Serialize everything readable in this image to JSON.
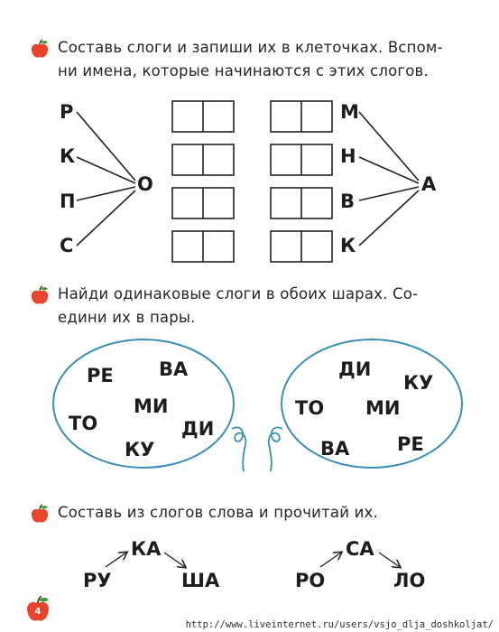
{
  "exercise1": {
    "instruction_line1": "Составь слоги и запиши их в клеточках. Вспом-",
    "instruction_line2": "ни имена, которые начинаются с этих слогов.",
    "left_consonants": [
      "Р",
      "К",
      "П",
      "С"
    ],
    "left_vowel": "О",
    "right_consonants": [
      "М",
      "Н",
      "В",
      "К"
    ],
    "right_vowel": "А",
    "box_rows": 4,
    "cells_per_box": 2
  },
  "exercise2": {
    "instruction_line1": "Найди одинаковые слоги в обоих шарах. Со-",
    "instruction_line2": "едини их в пары.",
    "left_balloon": [
      "РЕ",
      "ВА",
      "МИ",
      "ТО",
      "ДИ",
      "КУ"
    ],
    "right_balloon": [
      "ДИ",
      "КУ",
      "ТО",
      "МИ",
      "ВА",
      "РЕ"
    ],
    "balloon_color": "#3a8fb5"
  },
  "exercise3": {
    "instruction": "Составь из слогов слова и прочитай их.",
    "word1": {
      "first": "РУ",
      "middle": "КА",
      "last": "ША"
    },
    "word2": {
      "first": "РО",
      "middle": "СА",
      "last": "ЛО"
    }
  },
  "page_number": "4",
  "footer_url": "http://www.liveinternet.ru/users/vsjo_dlja_doshkoljat/",
  "apple_color": "#e8452c",
  "leaf_color": "#3e9a3a"
}
